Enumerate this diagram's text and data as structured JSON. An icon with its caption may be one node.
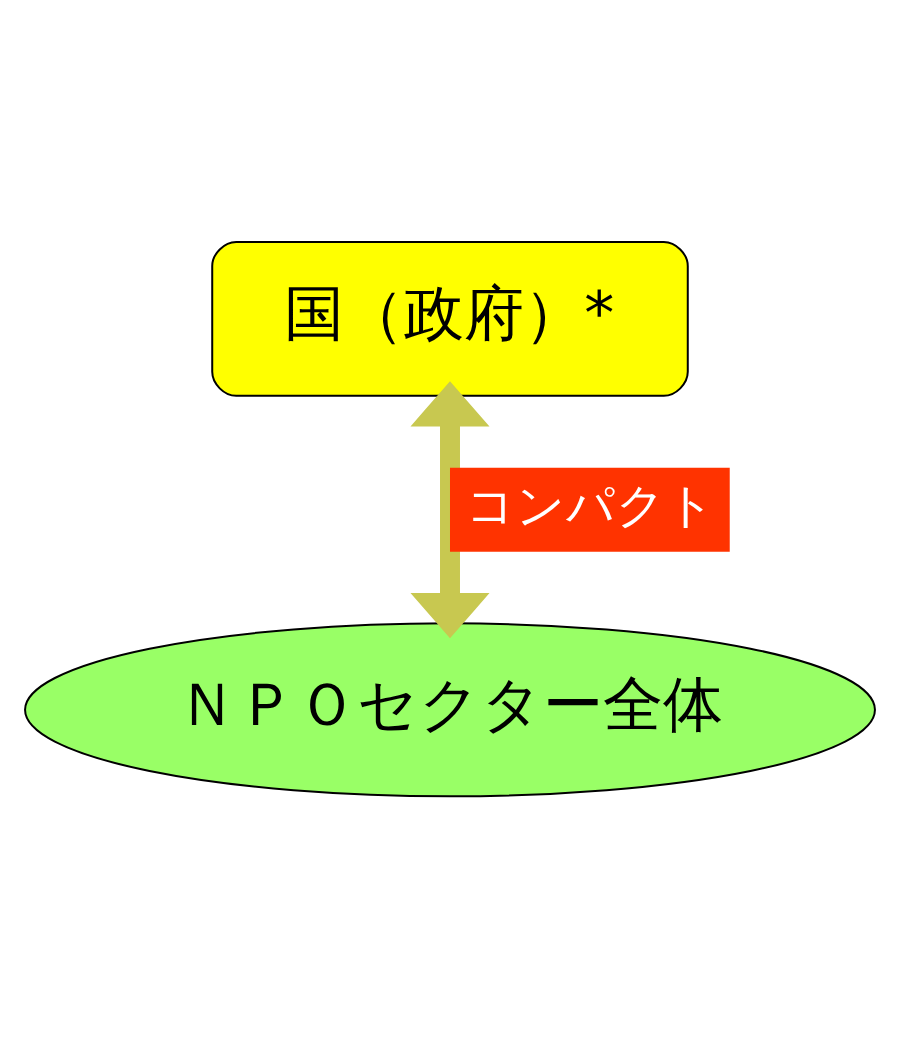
{
  "diagram": {
    "nodes": [
      {
        "text": [
          "国（政府）*"
        ]
      },
      {
        "text": [
          "ＮＰＯセクター全体"
        ]
      }
    ],
    "edges": [
      {
        "from": 0,
        "to": 1,
        "arrow": "both",
        "label": "コンパクト"
      }
    ]
  }
}
